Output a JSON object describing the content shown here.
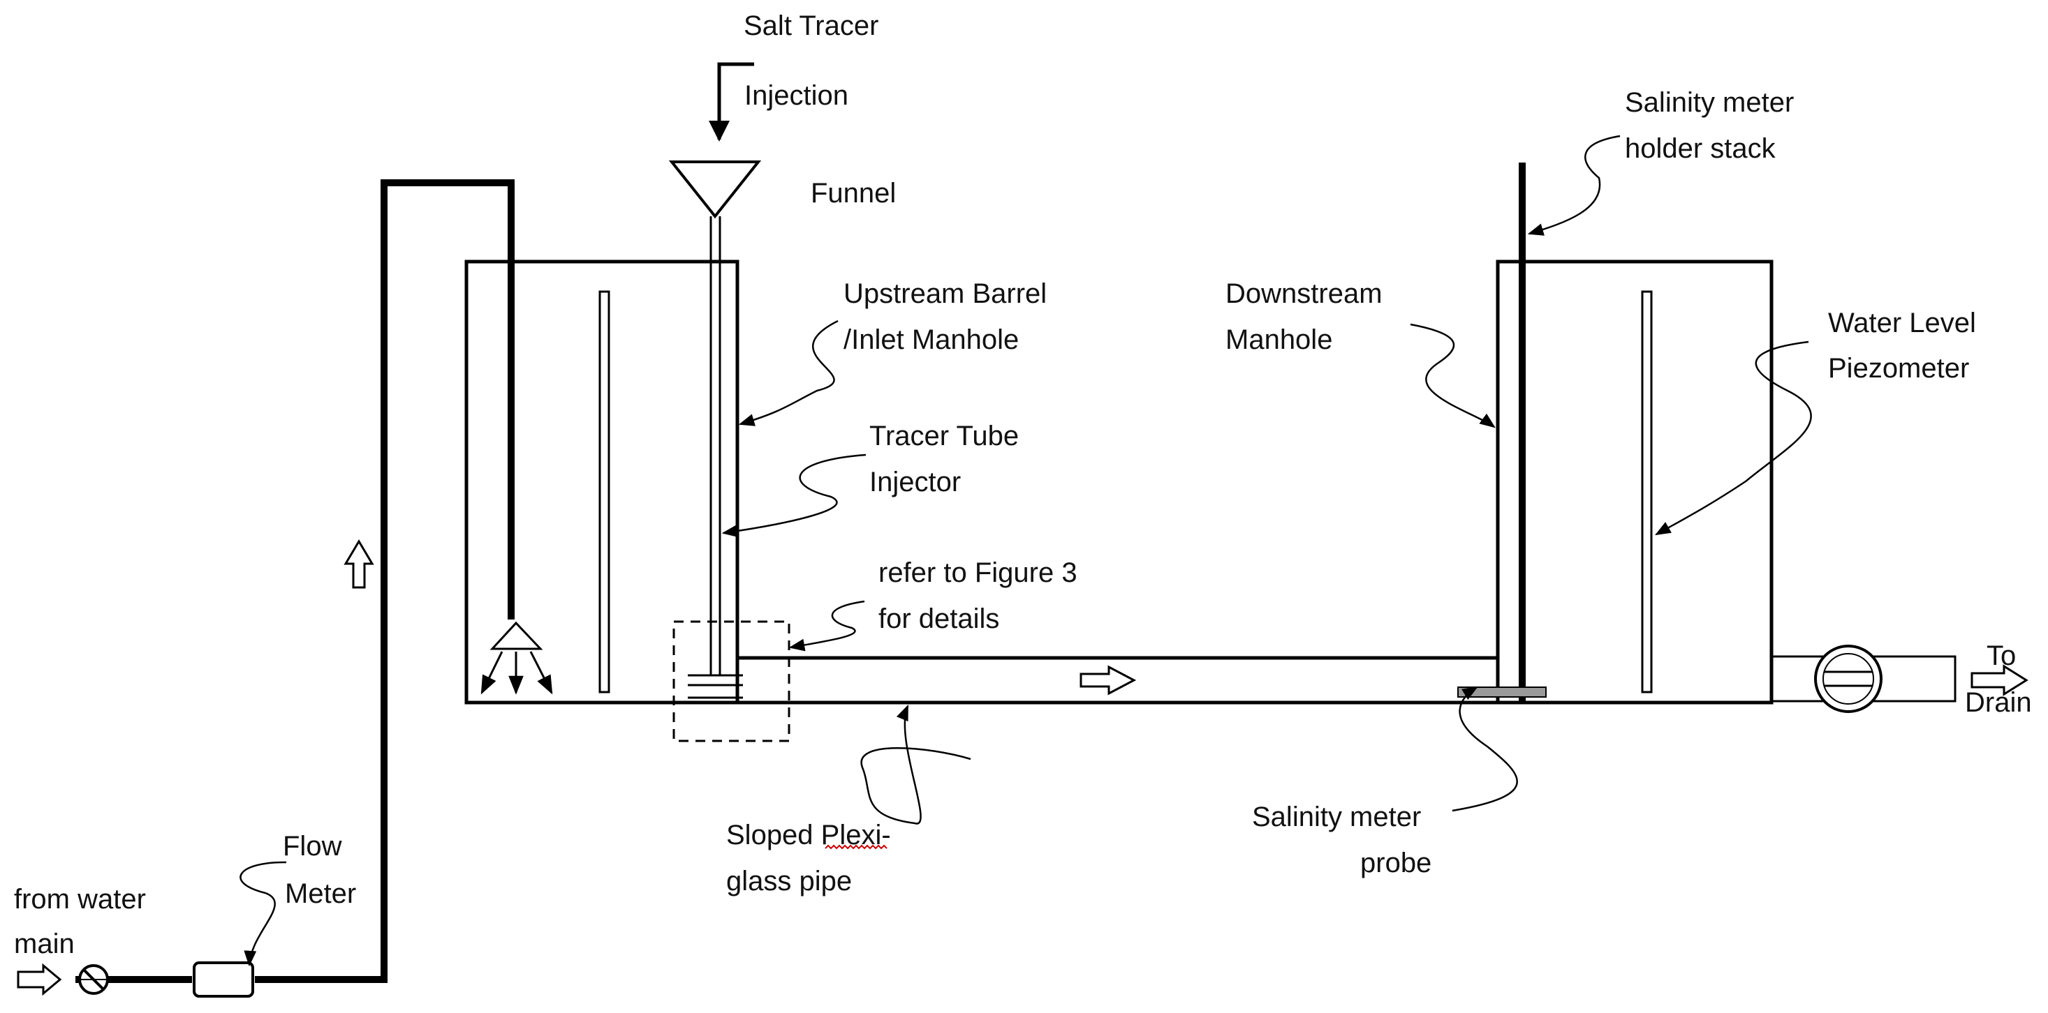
{
  "labels": {
    "salt_tracer_line1": "Salt Tracer",
    "salt_tracer_line2": "Injection",
    "funnel": "Funnel",
    "upstream_line1": "Upstream Barrel",
    "upstream_line2": "/Inlet Manhole",
    "tracer_tube_line1": "Tracer Tube",
    "tracer_tube_line2": "Injector",
    "refer_line1": "refer to Figure 3",
    "refer_line2": "for details",
    "downstream_line1": "Downstream",
    "downstream_line2": "Manhole",
    "holder_line1": "Salinity meter",
    "holder_line2": "holder stack",
    "piezo_line1": "Water Level",
    "piezo_line2": "Piezometer",
    "drain_line1": "To",
    "drain_line2": "Drain",
    "pipe_line1": "Sloped Plexi-",
    "pipe_line2": "glass pipe",
    "probe_line1": "Salinity meter",
    "probe_line2": "probe",
    "flow_meter_line1": "Flow",
    "flow_meter_line2": "Meter",
    "water_main_line1": "from water",
    "water_main_line2": "main"
  }
}
